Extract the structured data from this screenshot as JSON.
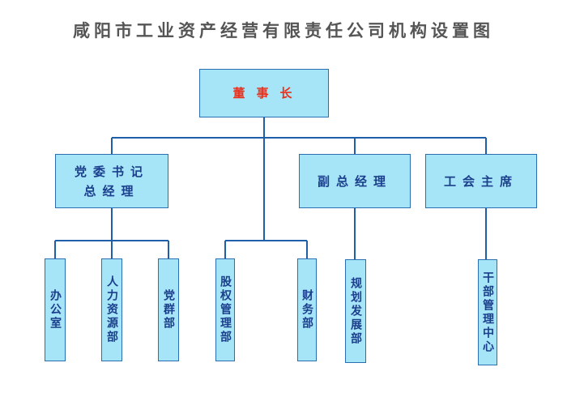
{
  "title": "咸阳市工业资产经营有限责任公司机构设置图",
  "colors": {
    "box_fill": "#a6e4f7",
    "box_border": "#2b6fb3",
    "line": "#1f5ea8",
    "chair_text": "#e8321e",
    "text": "#1b3f8c"
  },
  "top": {
    "label": "董事长"
  },
  "level2": {
    "secretary_line1": "党委书记",
    "secretary_line2": "总经理",
    "vice_gm": "副总经理",
    "union_chair": "工会主席"
  },
  "departments": {
    "office": "办公室",
    "hr": "人力资源部",
    "party": "党群部",
    "equity": "股权管理部",
    "finance": "财务部",
    "planning": "规划发展部",
    "cadre": "干部管理中心"
  }
}
